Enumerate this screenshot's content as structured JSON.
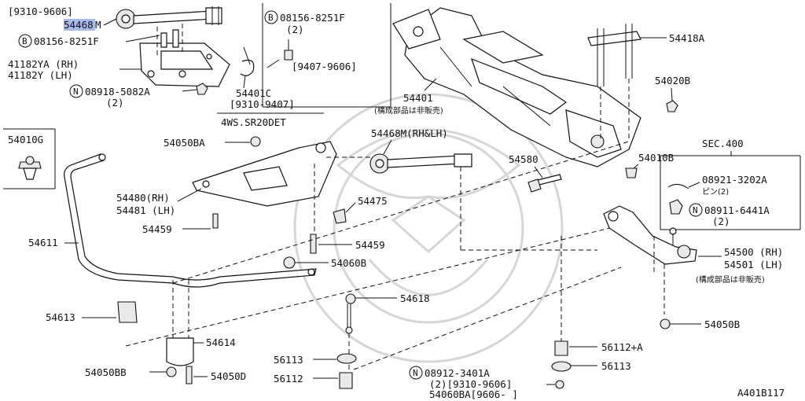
{
  "diagram": {
    "id": "A401B117",
    "labels": {
      "date_9310_9606_top": "[9310-9606]",
      "p54468_top": "54468",
      "p54468_top_suffix": "M",
      "p08156_left": "08156-8251F",
      "p41182ya": "41182YA (RH)",
      "p41182y": "41182Y  (LH)",
      "p08918": "08918-5082A",
      "p08918_qty": "(2)",
      "p54401c": "54401C",
      "date_9310_9407": "[9310-9407]",
      "var_4ws": "4WS.SR20DET",
      "p08156_inset": "08156-8251F",
      "p08156_inset_qty": "(2)",
      "date_9407_9606": "[9407-9606]",
      "p54418a": "54418A",
      "p54020b": "54020B",
      "p54401": "54401",
      "p54401_note": "(構成部品は非販売)",
      "p54010g": "54010G",
      "p54050ba": "54050BA",
      "p54468m": "54468M(RH&LH)",
      "p54480": "54480(RH)",
      "p54481": "54481 (LH)",
      "p54475": "54475",
      "p54459_a": "54459",
      "p54459_b": "54459",
      "p54611": "54611",
      "p54060b": "54060B",
      "p54618": "54618",
      "p54613": "54613",
      "p54614": "54614",
      "p54050bb": "54050BB",
      "p54050d": "54050D",
      "p56113_l": "56113",
      "p56112_l": "56112",
      "p08912": "08912-3401A",
      "p08912_sub": "(2)[9310-9606]",
      "p54060ba": "54060BA[9606-    ]",
      "p54580": "54580",
      "p54010b": "54010B",
      "sec400": "SEC.400",
      "p08921": "08921-3202A",
      "p08921_sub": "ピン(2)",
      "p08911": "08911-6441A",
      "p08911_qty": "(2)",
      "p54500": "54500 (RH)",
      "p54501": "54501 (LH)",
      "p54500_note": "(構成部品は非販売)",
      "p54050b": "54050B",
      "p56112a": "56112+A",
      "p56113_r": "56113",
      "prefix_b": "B",
      "prefix_n": "N"
    }
  }
}
